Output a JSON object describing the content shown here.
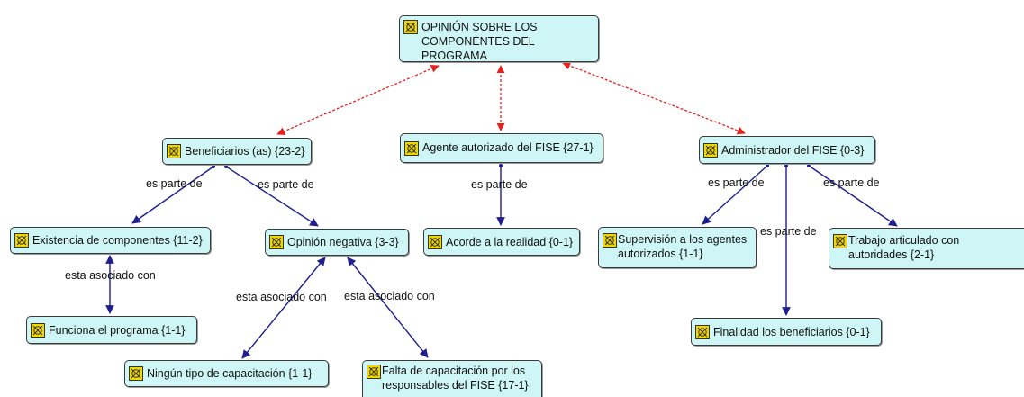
{
  "nodes": {
    "root": "OPINIÓN SOBRE LOS COMPONENTES DEL PROGRAMA",
    "beneficiarios": "Beneficiarios (as) {23-2}",
    "agente": "Agente autorizado del FISE {27-1}",
    "administrador": "Administrador del FISE {0-3}",
    "existencia": "Existencia de componentes {11-2}",
    "opinion_negativa": "Opinión negativa {3-3}",
    "acorde": "Acorde a la realidad {0-1}",
    "supervision": "Supervisión a los agentes autorizados {1-1}",
    "trabajo": "Trabajo articulado con autoridades {2-1}",
    "funciona": "Funciona el programa {1-1}",
    "finalidad": "Finalidad los beneficiarios {0-1}",
    "ningun": "Ningún tipo de capacitación {1-1}",
    "falta": "Falta de capacitación por los responsables del FISE {17-1}"
  },
  "edge_labels": {
    "es_parte_de": "es parte de",
    "esta_asociado_con": "esta asociado con"
  },
  "colors": {
    "node_fill": "#cff6f6",
    "arrow_red": "#e8211c",
    "arrow_blue": "#1f1f8f",
    "icon_fill": "#f2d800"
  }
}
